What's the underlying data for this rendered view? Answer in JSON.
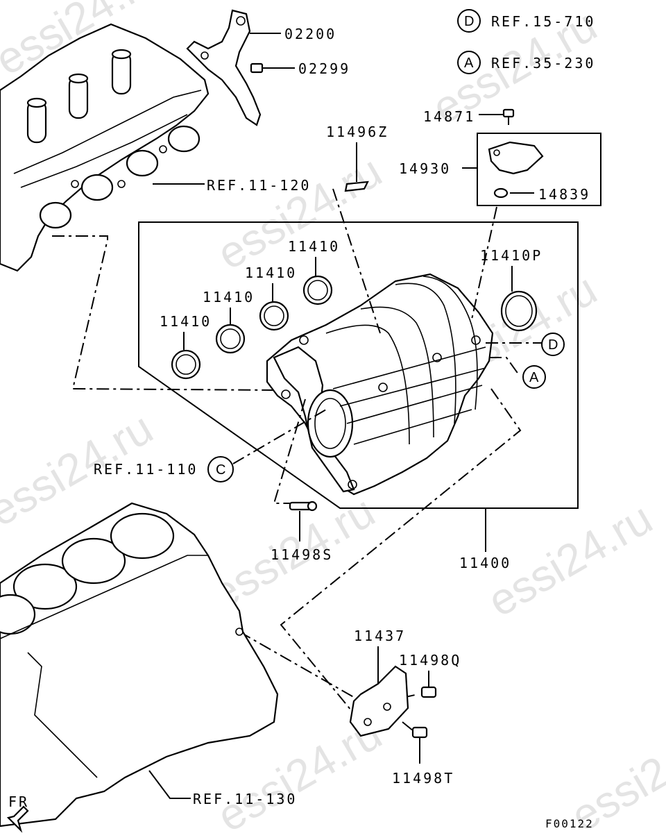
{
  "refs": {
    "d_letter": "D",
    "d_text": "REF.15-710",
    "a_letter": "A",
    "a_text": "REF.35-230",
    "c_letter": "C",
    "ref_11_120": "REF.11-120",
    "ref_11_110": "REF.11-110",
    "ref_11_130": "REF.11-130"
  },
  "parts": {
    "p02200": "02200",
    "p02299": "02299",
    "p14871": "14871",
    "p11496z": "11496Z",
    "p14930": "14930",
    "p14839": "14839",
    "p11410_a": "11410",
    "p11410_b": "11410",
    "p11410_c": "11410",
    "p11410_d": "11410",
    "p11410p": "11410P",
    "p11498s": "11498S",
    "p11400": "11400",
    "p11437": "11437",
    "p11498q": "11498Q",
    "p11498t": "11498T"
  },
  "fr_label": "FR",
  "figure_code": "F00122",
  "watermark": "essi24.ru"
}
